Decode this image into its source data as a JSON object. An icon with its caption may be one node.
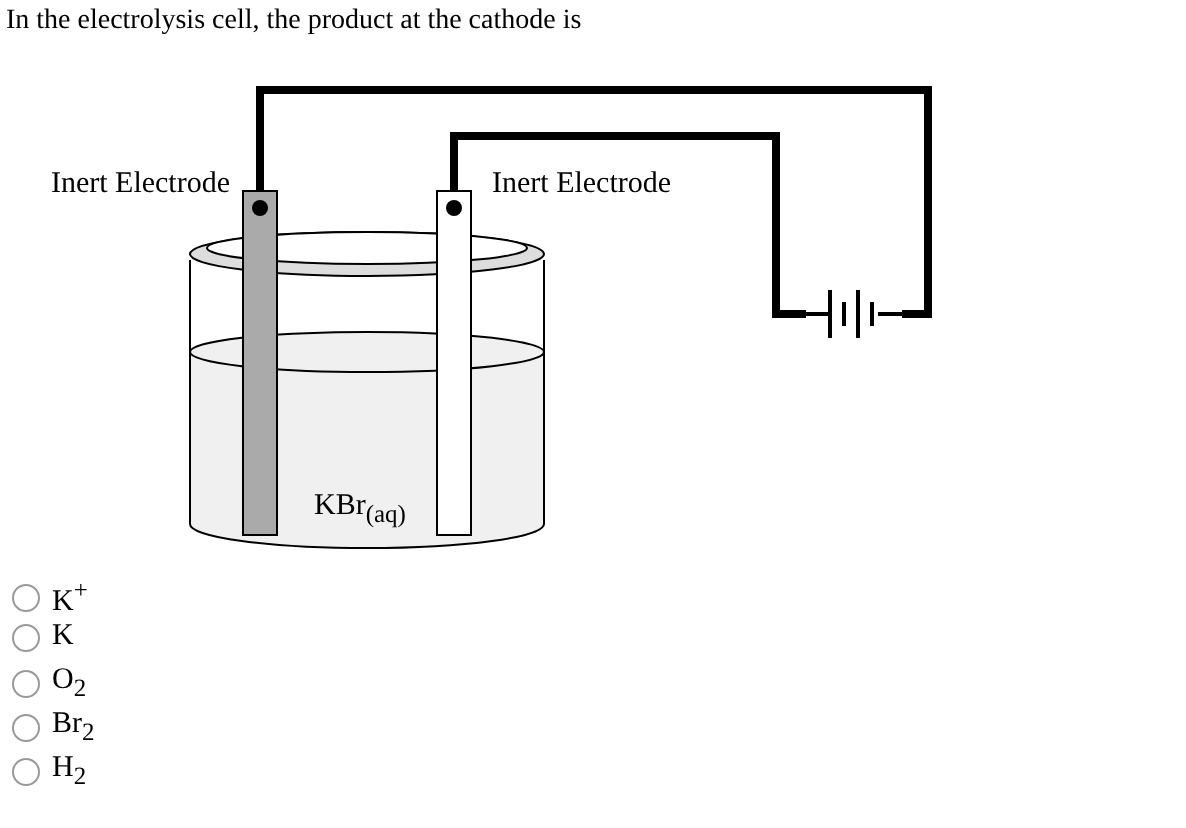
{
  "diagram": {
    "title": "In the electrolysis cell, the product at the cathode is",
    "nodes": [
      {
        "text": [],
        "shape": "bar",
        "beside": [
          "Inert Electrode"
        ]
      },
      {
        "text": [],
        "shape": "bar",
        "beside": [
          "Inert Electrode"
        ]
      },
      {
        "text": [],
        "shape": "battery"
      }
    ],
    "edges": [
      {
        "from": 0,
        "to": 2,
        "arrow": "none"
      },
      {
        "from": 1,
        "to": 2,
        "arrow": "none"
      }
    ],
    "labels": [
      "KBr$_{(aq)}$",
      "K$^{+}$",
      "K",
      "O$_{2}$",
      "Br$_{2}$",
      "H$_{2}$"
    ]
  }
}
